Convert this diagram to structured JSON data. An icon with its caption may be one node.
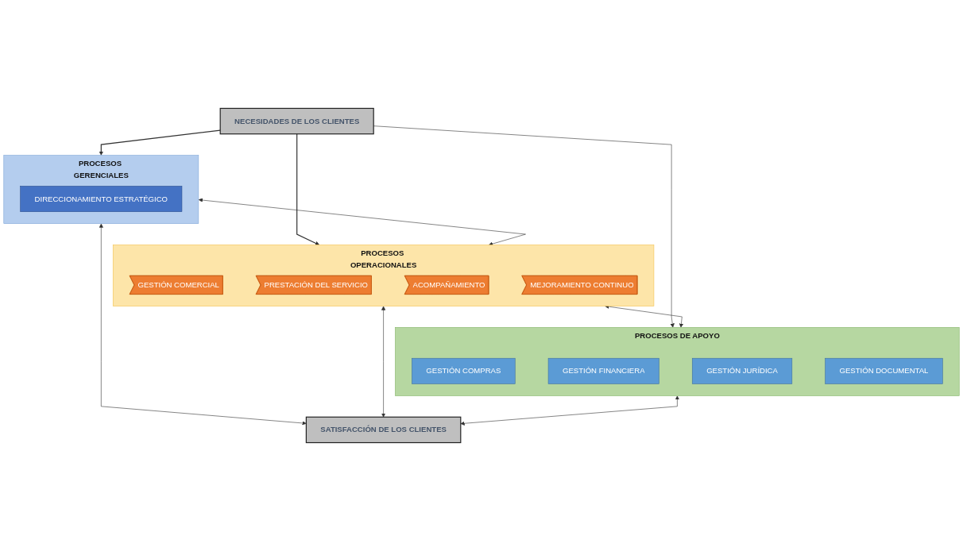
{
  "diagram": {
    "nodes": [
      {
        "text": [
          "NECESIDADES DE LOS CLIENTES"
        ]
      },
      {
        "text": [
          "PROCESOS GERENCIALES"
        ]
      },
      {
        "text": [
          "DIRECCIONAMIENTO ESTRATÉGICO"
        ],
        "in": 1
      },
      {
        "text": [
          "PROCESOS OPERACIONALES"
        ]
      },
      {
        "text": [
          "GESTIÓN COMERCIAL"
        ],
        "in": 3
      },
      {
        "text": [
          "PRESTACIÓN DEL SERVICIO"
        ],
        "in": 3
      },
      {
        "text": [
          "ACOMPAÑAMIENTO"
        ],
        "in": 3
      },
      {
        "text": [
          "MEJORAMIENTO CONTINUO"
        ],
        "in": 3
      },
      {
        "text": [
          "PROCESOS DE APOYO"
        ]
      },
      {
        "text": [
          "GESTIÓN COMPRAS"
        ],
        "in": 8
      },
      {
        "text": [
          "GESTIÓN FINANCIERA"
        ],
        "in": 8
      },
      {
        "text": [
          "GESTIÓN JURÍDICA"
        ],
        "in": 8
      },
      {
        "text": [
          "GESTIÓN DOCUMENTAL"
        ],
        "in": 8
      },
      {
        "text": [
          "SATISFACCIÓN DE LOS CLIENTES"
        ]
      }
    ],
    "edges": [
      {
        "from": 0,
        "to": 1,
        "arrow": "to"
      },
      {
        "from": 0,
        "to": 3,
        "arrow": "to"
      },
      {
        "from": 0,
        "to": 8,
        "arrow": "to"
      },
      {
        "from": 1,
        "to": 3,
        "arrow": "both"
      },
      {
        "from": 3,
        "to": 8,
        "arrow": "both"
      },
      {
        "from": 1,
        "to": 13,
        "arrow": "both"
      },
      {
        "from": 3,
        "to": 13,
        "arrow": "both"
      },
      {
        "from": 8,
        "to": 13,
        "arrow": "both"
      }
    ]
  }
}
